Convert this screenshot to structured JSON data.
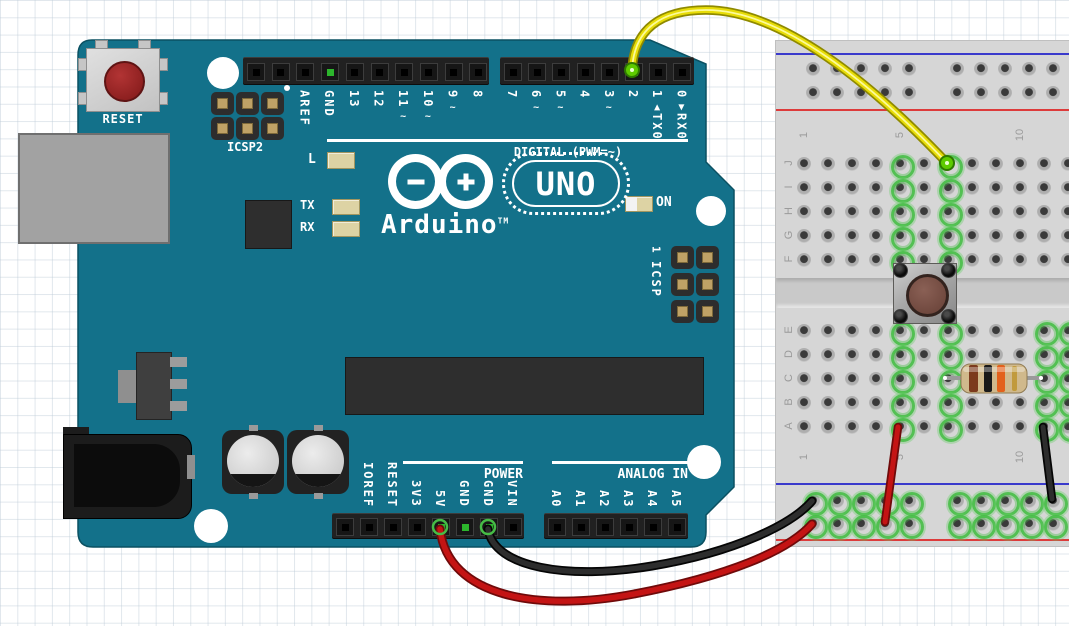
{
  "arduino": {
    "silk": {
      "reset": "RESET",
      "icsp2": "ICSP2",
      "icsp": "ICSP",
      "icsp_pin1": "1",
      "digital_caption": "DIGITAL (PWM=~)",
      "power_caption": "POWER",
      "analog_caption": "ANALOG IN",
      "brand": "Arduino",
      "brand_tm": "TM",
      "model": "UNO",
      "led_l": "L",
      "led_tx": "TX",
      "led_rx": "RX",
      "led_on": "ON"
    },
    "digital_left_pins": [
      {
        "label": ""
      },
      {
        "label": ""
      },
      {
        "label": "AREF"
      },
      {
        "label": "GND",
        "state": "net"
      },
      {
        "label": "13"
      },
      {
        "label": "12"
      },
      {
        "label": "11",
        "sub": "~"
      },
      {
        "label": "10",
        "sub": "~"
      },
      {
        "label": "9",
        "sub": "~"
      },
      {
        "label": "8"
      }
    ],
    "digital_right_pins": [
      {
        "label": "7"
      },
      {
        "label": "6",
        "sub": "~"
      },
      {
        "label": "5",
        "sub": "~"
      },
      {
        "label": "4"
      },
      {
        "label": "3",
        "sub": "~"
      },
      {
        "label": "2",
        "state": "wired"
      },
      {
        "label": "1",
        "marker": "▲",
        "word": "TX0"
      },
      {
        "label": "0",
        "marker": "▼",
        "word": "RX0"
      }
    ],
    "power_pins": [
      {
        "label": ""
      },
      {
        "label": "IOREF"
      },
      {
        "label": "RESET"
      },
      {
        "label": "3V3"
      },
      {
        "label": "5V",
        "state": "wired"
      },
      {
        "label": "GND",
        "state": "net"
      },
      {
        "label": "GND",
        "state": "wired"
      },
      {
        "label": "VIN"
      }
    ],
    "analog_pins": [
      {
        "label": "A0"
      },
      {
        "label": "A1"
      },
      {
        "label": "A2"
      },
      {
        "label": "A3"
      },
      {
        "label": "A4"
      },
      {
        "label": "A5"
      }
    ]
  },
  "breadboard": {
    "row_letters_top": [
      "J",
      "I",
      "H",
      "G",
      "F"
    ],
    "row_letters_bottom": [
      "E",
      "D",
      "C",
      "B",
      "A"
    ],
    "column_labels": [
      {
        "text": "1",
        "col": 1
      },
      {
        "text": "5",
        "col": 5
      },
      {
        "text": "10",
        "col": 10
      }
    ],
    "highlighted_columns_top": [
      5,
      7
    ],
    "highlighted_columns_bottom": [
      5,
      7,
      11,
      12
    ],
    "bottom_rails_powered": true,
    "top_rails_powered": false
  },
  "components": {
    "pushbutton": {
      "name": "tactile-pushbutton",
      "columns": [
        5,
        7
      ],
      "rows": [
        "F",
        "E"
      ]
    },
    "resistor": {
      "from_hole": "C7",
      "to_hole": "C11",
      "band_colors": [
        "brown",
        "black",
        "orange",
        "gold"
      ]
    }
  },
  "wires": [
    {
      "id": "signal",
      "color": "yellow",
      "from": "arduino-digital-2",
      "to": "breadboard-J7"
    },
    {
      "id": "power-5v",
      "color": "red",
      "from": "arduino-5v",
      "to": "bottom-rail-positive"
    },
    {
      "id": "ground",
      "color": "black",
      "from": "arduino-gnd",
      "to": "bottom-rail-negative"
    },
    {
      "id": "jumper-positive",
      "color": "red",
      "from": "breadboard-A5",
      "to": "bottom-rail-positive"
    },
    {
      "id": "jumper-negative",
      "color": "black",
      "from": "breadboard-A11",
      "to": "bottom-rail-negative"
    }
  ],
  "colors": {
    "board": "#13718a",
    "board_edge": "#0b5162",
    "wire_yellow": "#e7dc07",
    "wire_yellow_edge": "#8f8a00",
    "wire_red": "#c41414",
    "wire_red_edge": "#6f0a0a",
    "wire_black": "#2d2d2d",
    "wire_black_edge": "#050505",
    "terminal_green": "#5ecb00",
    "terminal_green_edge": "#2f7a00",
    "highlight_green": "#46bc46",
    "rail_blue": "#3a3acc",
    "rail_red": "#dd3b3b",
    "lead_gray": "#9a9a9a",
    "resistor_body": "#d0b98c",
    "band_brown": "#7c3a1d",
    "band_black": "#191919",
    "band_orange": "#e3611c",
    "band_gold": "#c19a3d"
  }
}
